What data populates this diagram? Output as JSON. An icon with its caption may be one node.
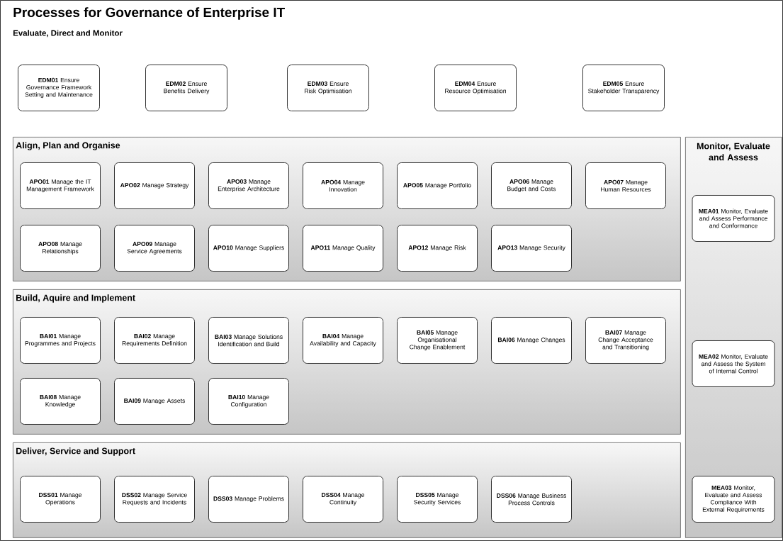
{
  "diagram": {
    "title": "Processes for Governance of Enterprise IT",
    "labels": [
      "Evaluate, Direct and Monitor"
    ],
    "nodes": [
      {
        "text": [
          "**EDM01** Ensure Governance Framework Setting and Maintenance"
        ]
      },
      {
        "text": [
          "**EDM02** Ensure Benefits Delivery"
        ]
      },
      {
        "text": [
          "**EDM03** Ensure Risk Optimisation"
        ]
      },
      {
        "text": [
          "**EDM04** Ensure Resource Optimisation"
        ]
      },
      {
        "text": [
          "**EDM05** Ensure Stakeholder Transparency"
        ]
      },
      {
        "text": [
          "Align, Plan and Organise"
        ]
      },
      {
        "text": [
          "**APO01** Manage the IT Management Framework"
        ],
        "in": 5
      },
      {
        "text": [
          "**APO02** Manage Strategy"
        ],
        "in": 5
      },
      {
        "text": [
          "**APO03** Manage Enterprise Architecture"
        ],
        "in": 5
      },
      {
        "text": [
          "**APO04** Manage Innovation"
        ],
        "in": 5
      },
      {
        "text": [
          "**APO05** Manage Portfolio"
        ],
        "in": 5
      },
      {
        "text": [
          "**APO06** Manage Budget and Costs"
        ],
        "in": 5
      },
      {
        "text": [
          "**APO07** Manage Human Resources"
        ],
        "in": 5
      },
      {
        "text": [
          "**APO08** Manage Relationships"
        ],
        "in": 5
      },
      {
        "text": [
          "**APO09** Manage Service Agreements"
        ],
        "in": 5
      },
      {
        "text": [
          "**APO10** Manage Suppliers"
        ],
        "in": 5
      },
      {
        "text": [
          "**APO11** Manage Quality"
        ],
        "in": 5
      },
      {
        "text": [
          "**APO12** Manage Risk"
        ],
        "in": 5
      },
      {
        "text": [
          "**APO13** Manage Security"
        ],
        "in": 5
      },
      {
        "text": [
          "Build, Aquire and Implement"
        ]
      },
      {
        "text": [
          "**BAI01** Manage Programmes and Projects"
        ],
        "in": 19
      },
      {
        "text": [
          "**BAI02** Manage Requirements Definition"
        ],
        "in": 19
      },
      {
        "text": [
          "**BAI03** Manage Solutions Identification and Build"
        ],
        "in": 19
      },
      {
        "text": [
          "**BAI04** Manage Availability and Capacity"
        ],
        "in": 19
      },
      {
        "text": [
          "**BAI05** Manage Organisational Change Enablement"
        ],
        "in": 19
      },
      {
        "text": [
          "**BAI06** Manage Changes"
        ],
        "in": 19
      },
      {
        "text": [
          "**BAI07** Manage Change Acceptance and Transitioning"
        ],
        "in": 19
      },
      {
        "text": [
          "**BAI08** Manage Knowledge"
        ],
        "in": 19
      },
      {
        "text": [
          "**BAI09** Manage Assets"
        ],
        "in": 19
      },
      {
        "text": [
          "**BAI10** Manage Configuration"
        ],
        "in": 19
      },
      {
        "text": [
          "Deliver, Service and Support"
        ]
      },
      {
        "text": [
          "**DSS01** Manage Operations"
        ],
        "in": 30
      },
      {
        "text": [
          "**DSS02** Manage Service Requests and Incidents"
        ],
        "in": 30
      },
      {
        "text": [
          "**DSS03** Manage Problems"
        ],
        "in": 30
      },
      {
        "text": [
          "**DSS04** Manage Continuity"
        ],
        "in": 30
      },
      {
        "text": [
          "**DSS05** Manage Security Services"
        ],
        "in": 30
      },
      {
        "text": [
          "**DSS06** Manage Business Process Controls"
        ],
        "in": 30
      },
      {
        "text": [
          "Monitor, Evaluate and Assess"
        ]
      },
      {
        "text": [
          "**MEA01** Monitor, Evaluate and Assess Performance and Conformance"
        ],
        "in": 37
      },
      {
        "text": [
          "**MEA02** Monitor, Evaluate and Assess the System of Internal Control"
        ],
        "in": 37
      },
      {
        "text": [
          "**MEA03** Monitor, Evaluate and Assess Compliance With External Requirements"
        ],
        "in": 37
      }
    ]
  }
}
